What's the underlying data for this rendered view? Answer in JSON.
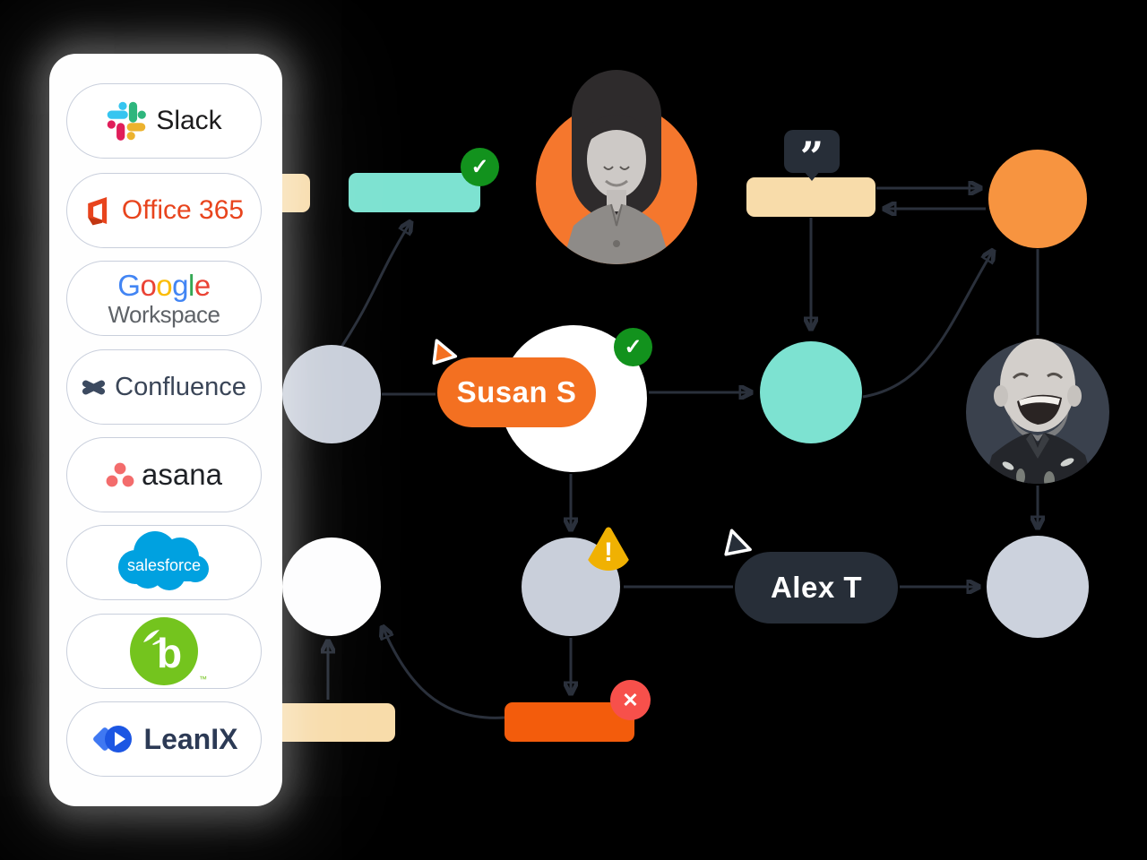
{
  "sidebar": {
    "items": [
      {
        "id": "slack",
        "label": "Slack"
      },
      {
        "id": "office365",
        "label": "Office 365"
      },
      {
        "id": "google-workspace",
        "letters": [
          {
            "ch": "G",
            "style": "color:#4285F4"
          },
          {
            "ch": "o",
            "style": "color:#EA4335"
          },
          {
            "ch": "o",
            "style": "color:#FBBC05"
          },
          {
            "ch": "g",
            "style": "color:#4285F4"
          },
          {
            "ch": "l",
            "style": "color:#34A853"
          },
          {
            "ch": "e",
            "style": "color:#EA4335"
          }
        ],
        "label2": "Workspace"
      },
      {
        "id": "confluence",
        "label": "Confluence"
      },
      {
        "id": "asana",
        "label": "asana"
      },
      {
        "id": "salesforce",
        "label": "salesforce"
      },
      {
        "id": "bamboohr",
        "label": "b",
        "trademark": "™"
      },
      {
        "id": "leanix",
        "label": "LeanIX"
      }
    ]
  },
  "diagram": {
    "susan_label": "Susan S",
    "alex_label": "Alex T",
    "quote_glyph": "”",
    "check_glyph": "✓",
    "cross_glyph": "✕",
    "warning_glyph": "!"
  },
  "colors": {
    "background": "#000000",
    "orange_node": "#F79440",
    "orange_pill": "#F37021",
    "orange_rect": "#F35C0C",
    "teal": "#7DE2D1",
    "tan": "#F8DCAA",
    "gray_node": "#CBD1DB",
    "dark_pill": "#272E38",
    "wire": "#2A303B",
    "green_badge": "#12921D",
    "red_badge": "#F7504B",
    "warning_yellow": "#F0B102"
  }
}
